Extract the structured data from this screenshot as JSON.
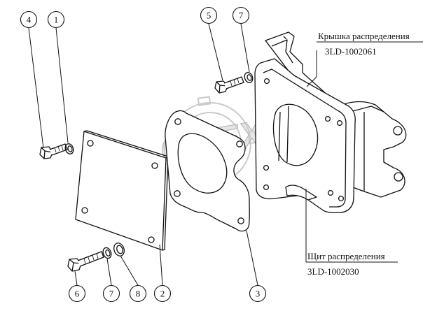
{
  "diagram": {
    "labels": {
      "cover_name": "Крышка распределения",
      "cover_code": "3LD-1002061",
      "shield_name": "Щит распределения",
      "shield_code": "3LD-1002030"
    },
    "callouts": [
      {
        "id": "c4",
        "number": "4"
      },
      {
        "id": "c1",
        "number": "1"
      },
      {
        "id": "c5",
        "number": "5"
      },
      {
        "id": "c7a",
        "number": "7"
      },
      {
        "id": "c6",
        "number": "6"
      },
      {
        "id": "c7b",
        "number": "7"
      },
      {
        "id": "c8",
        "number": "8"
      },
      {
        "id": "c2",
        "number": "2"
      },
      {
        "id": "c3",
        "number": "3"
      }
    ],
    "watermark": "OPEX"
  }
}
